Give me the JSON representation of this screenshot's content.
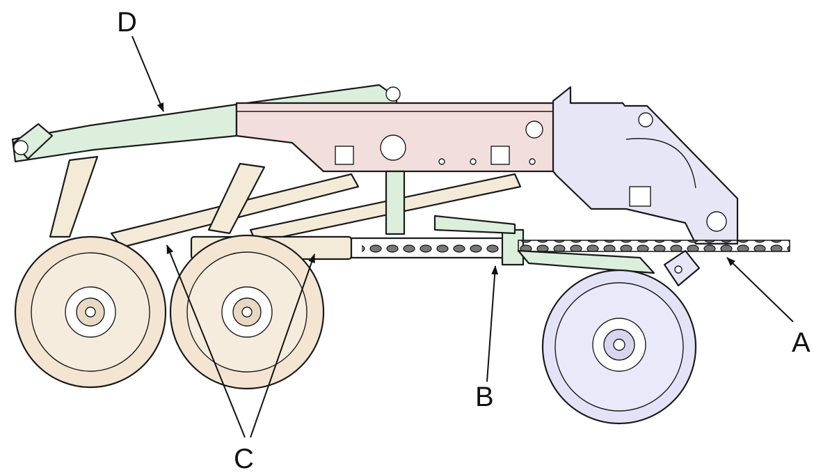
{
  "callouts": {
    "a": "A",
    "b": "B",
    "c": "C",
    "d": "D"
  },
  "colors": {
    "frame_pink": "#f3dede",
    "arm_green": "#dcefdc",
    "bracket_lavender": "#e7e6f6",
    "wheel_tan": "#f3e5d2",
    "disc_blue": "#e3e3f8",
    "tube_cream": "#f4ead8"
  },
  "icons": {
    "press_wheel": "gauge-wheel-icon",
    "disc": "opener-disc-icon",
    "chain": "chain-icon"
  }
}
